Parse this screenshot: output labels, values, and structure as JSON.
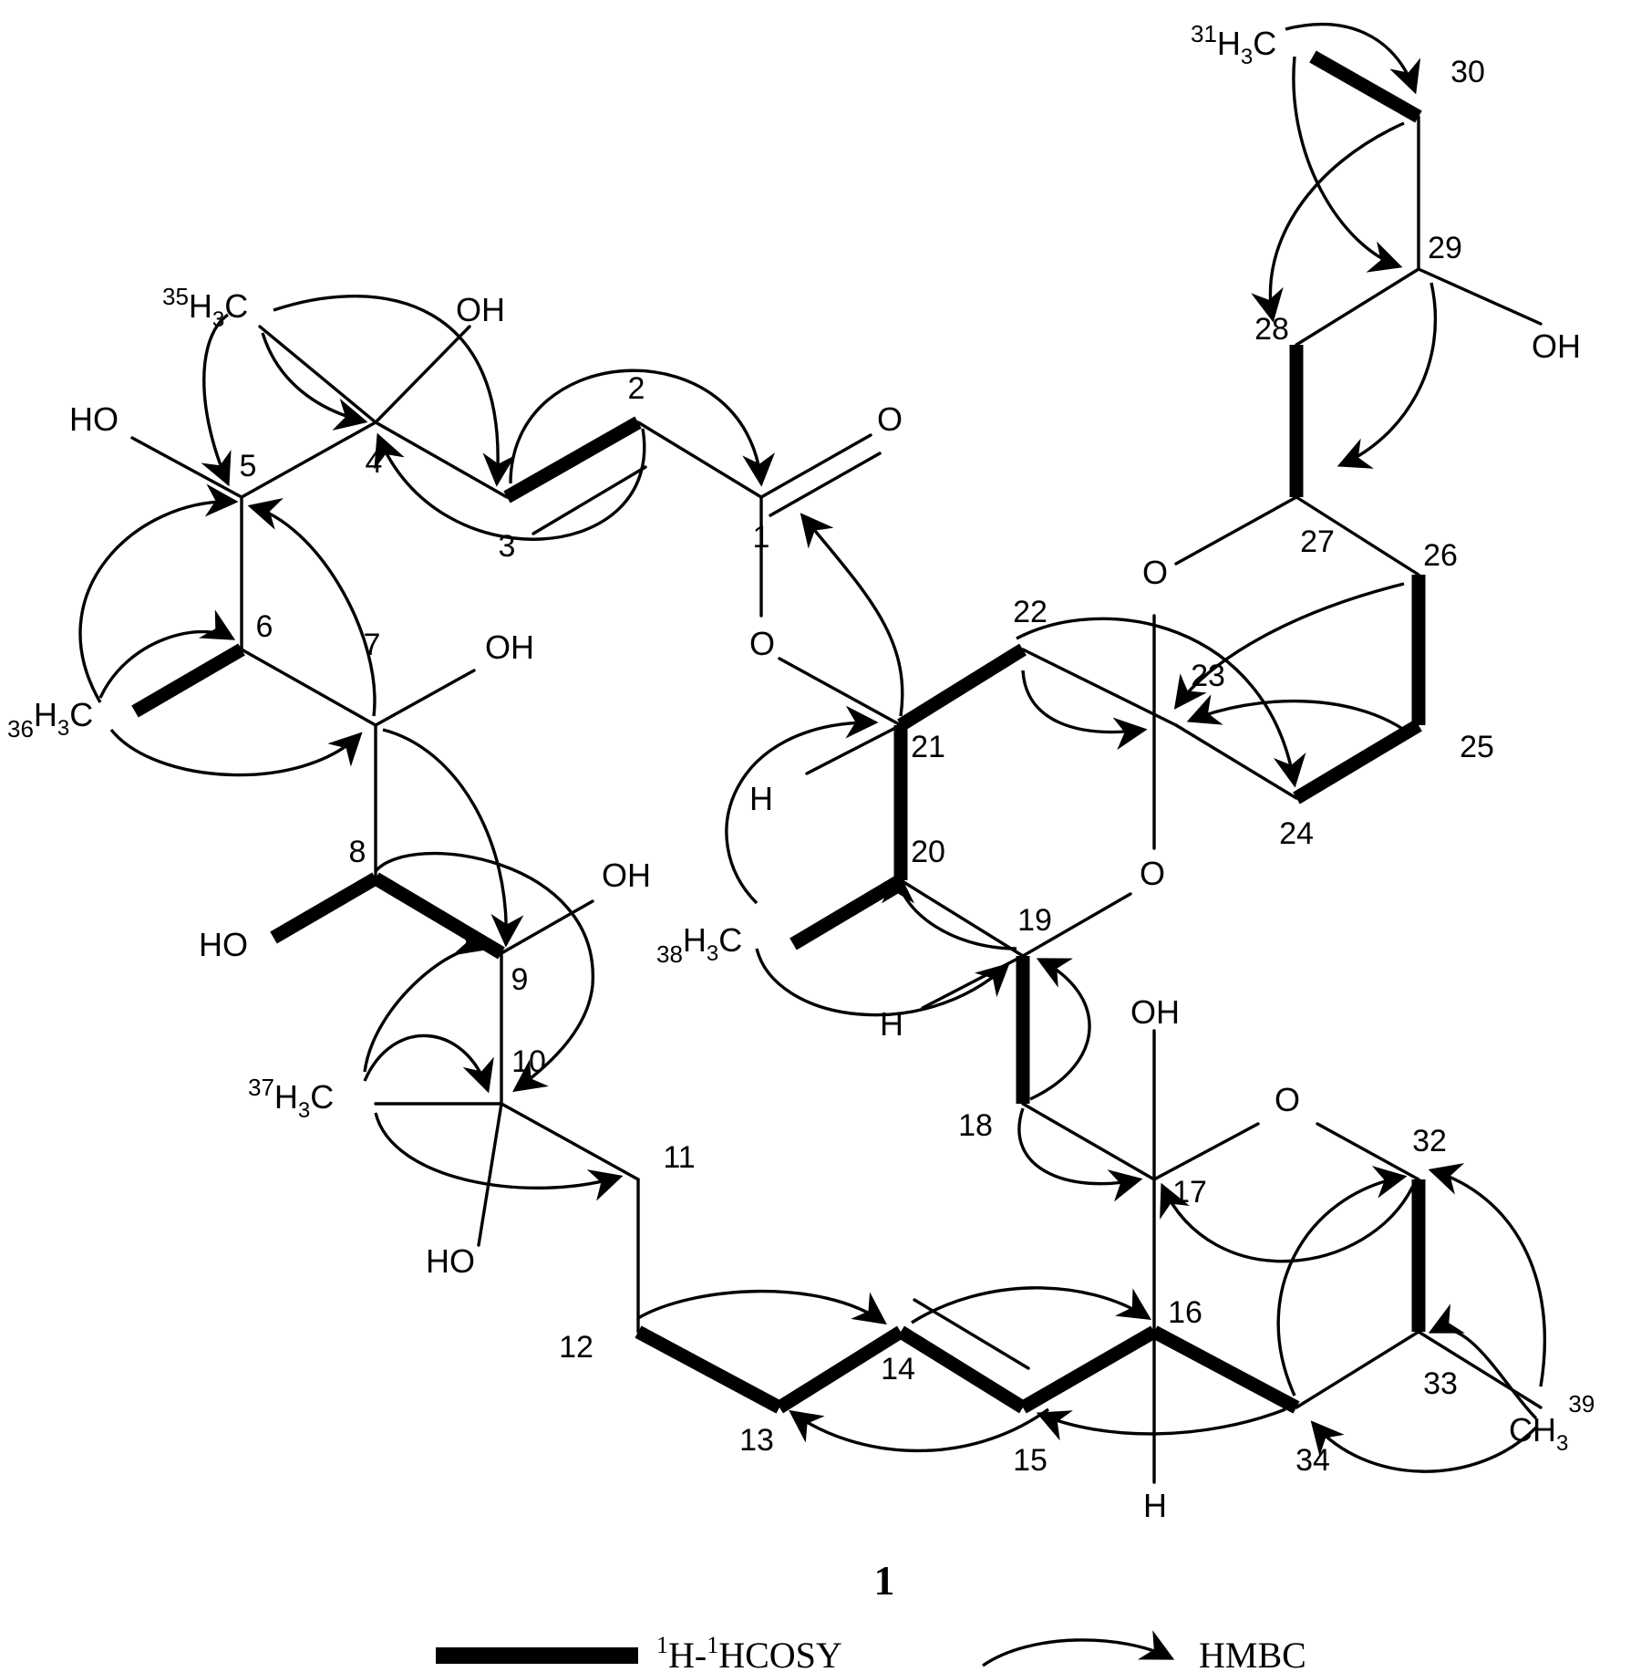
{
  "compound": {
    "label": "1",
    "carbon_numbers": [
      "1",
      "2",
      "3",
      "4",
      "5",
      "6",
      "7",
      "8",
      "9",
      "10",
      "11",
      "12",
      "13",
      "14",
      "15",
      "16",
      "17",
      "18",
      "19",
      "20",
      "21",
      "22",
      "23",
      "24",
      "25",
      "26",
      "27",
      "28",
      "29",
      "30",
      "31",
      "32",
      "33",
      "34",
      "35",
      "36",
      "37",
      "38",
      "39"
    ],
    "substituents": {
      "oh": "OH",
      "ho": "HO",
      "o": "O",
      "h": "H",
      "h3c": "H",
      "h3c_sub": "3",
      "h3c_c": "C",
      "ch3_c": "CH",
      "ch3_sub": "3"
    }
  },
  "legend": {
    "cosy_label_sup1": "1",
    "cosy_label_mid": "H-",
    "cosy_label_sup2": "1",
    "cosy_label_end": "HCOSY",
    "hmbc_label": "HMBC"
  },
  "colors": {
    "ink": "#000000",
    "background": "#ffffff"
  }
}
